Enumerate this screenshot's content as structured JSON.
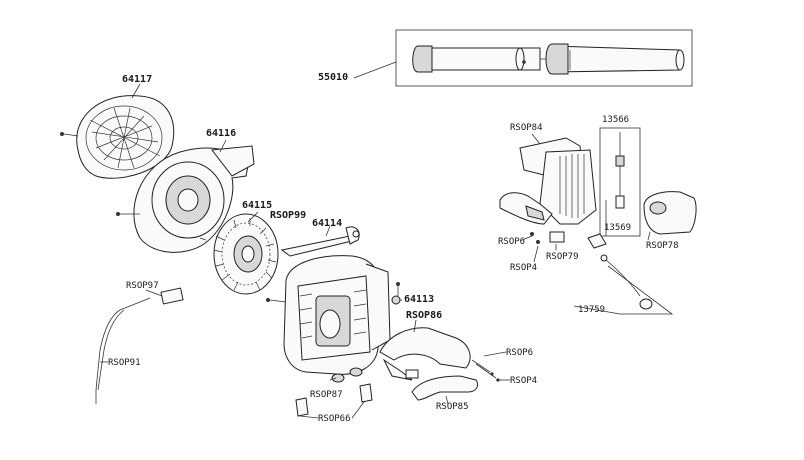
{
  "labels": {
    "pipe_set": "55010",
    "recoil_cover": "64117",
    "fan_housing": "64116",
    "flywheel": "64115",
    "housing_part": "RSOP99",
    "handle_grip": "64114",
    "screw": "64113",
    "throttle_cable_holder": "RSOP97",
    "throttle_cable": "RSOP91",
    "handle": "RSOP86",
    "mount_a": "RSOP87",
    "mount_b": "RSOP66",
    "handle_base": "RSOP85",
    "screw_a": "RSOP6",
    "nut_a": "RSOP4",
    "engine": "RSOP84",
    "screw_b": "RSOP6",
    "nut_b": "RSOP4",
    "clip": "RSOP79",
    "fuel_tank": "RSOP78",
    "fuel_line_kit": "13566",
    "fuel_filter": "13569",
    "fuel_cap": "13759"
  }
}
